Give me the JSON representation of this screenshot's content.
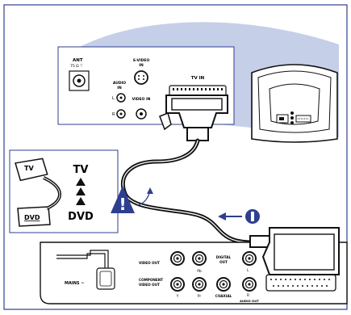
{
  "tv_panel": {
    "ant_label": "ANT",
    "ant_ohm": "75 Ω ⊤",
    "audio_in_top": "AUDIO",
    "audio_in_bottom": "IN",
    "svideo_top": "S-VIDEO",
    "svideo_bottom": "IN",
    "video_in": "VIDEO IN",
    "tv_in": "TV IN",
    "left": "L",
    "right": "R"
  },
  "scart_inset": {
    "tv_plug": "TV",
    "dvd_plug": "DVD",
    "arrow_tv": "TV",
    "arrow_dvd": "DVD"
  },
  "step_marker": "1",
  "dvd_panel": {
    "mains": "MAINS ~",
    "video_out": "VIDEO OUT",
    "component_top": "COMPONENT",
    "component_bottom": "VIDEO OUT",
    "y": "Y",
    "pb": "Pb",
    "pr": "Pr",
    "digital_top": "DIGITAL",
    "digital_bottom": "OUT",
    "coaxial": "COAXIAL",
    "left": "L",
    "right": "R",
    "audio_out": "AUDIO OUT"
  },
  "colors": {
    "border": "#2e3f8f",
    "tv_swoosh": "#c6cfe8",
    "warning": "#2e3f8f",
    "cable": "#111111"
  }
}
